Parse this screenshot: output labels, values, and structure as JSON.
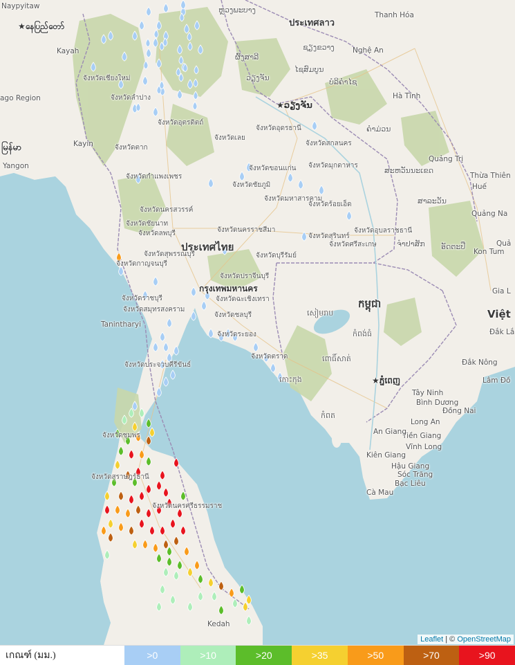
{
  "map": {
    "countries": [
      {
        "key": "laos",
        "label": "ประเทศลาว"
      },
      {
        "key": "thailand",
        "label": "ประเทศไทย"
      },
      {
        "key": "cambodia",
        "label": "កម្ពុជា"
      },
      {
        "key": "vietnam",
        "label": "Việt"
      },
      {
        "key": "myanmar",
        "label": "မြန်မာ"
      }
    ],
    "capitals": [
      {
        "key": "naypyidaw",
        "label": "နေပြည်တော်"
      },
      {
        "key": "vientiane",
        "label": "ວຽງຈັນ"
      },
      {
        "key": "bangkok",
        "label": "กรุงเทพมหานคร"
      },
      {
        "key": "phnom_penh",
        "label": "ភ្នំពេញ"
      }
    ],
    "cities": [
      {
        "key": "naypyitaw",
        "label": "Naypyitaw"
      },
      {
        "key": "kayah",
        "label": "Kayah"
      },
      {
        "key": "kayin",
        "label": "Kayin"
      },
      {
        "key": "yangon",
        "label": "Yangon"
      },
      {
        "key": "thanh_hoa",
        "label": "Thanh Hóa"
      },
      {
        "key": "nghe_an",
        "label": "Nghệ An"
      },
      {
        "key": "ha_tinh",
        "label": "Hà Tĩnh"
      },
      {
        "key": "quang_tri",
        "label": "Quảng Trị"
      },
      {
        "key": "thua_thien_hue",
        "label": "Thừa Thiên"
      },
      {
        "key": "hue",
        "label": "Huế"
      },
      {
        "key": "quang_nam",
        "label": "Quảng Na"
      },
      {
        "key": "kon_tum",
        "label": "Kon Tum"
      },
      {
        "key": "qua",
        "label": "Quả"
      },
      {
        "key": "gia_lai",
        "label": "Gia L"
      },
      {
        "key": "dak_lak",
        "label": "Đắk Lắ"
      },
      {
        "key": "dak_nong",
        "label": "Đắk Nông"
      },
      {
        "key": "lam_dong",
        "label": "Lâm Đồ"
      },
      {
        "key": "tay_ninh",
        "label": "Tây Ninh"
      },
      {
        "key": "binh_duong",
        "label": "Bình Dương"
      },
      {
        "key": "dong_nai",
        "label": "Đồng Nai"
      },
      {
        "key": "long_an",
        "label": "Long An"
      },
      {
        "key": "tien_giang",
        "label": "Tiền Giang"
      },
      {
        "key": "an_giang",
        "label": "An Giang"
      },
      {
        "key": "vinh_long",
        "label": "Vĩnh Long"
      },
      {
        "key": "kien_giang",
        "label": "Kiên Giang"
      },
      {
        "key": "hau_giang",
        "label": "Hậu Giang"
      },
      {
        "key": "soc_trang",
        "label": "Sóc Trăng"
      },
      {
        "key": "bac_lieu",
        "label": "Bạc Liêu"
      },
      {
        "key": "ca_mau",
        "label": "Cà Mau"
      },
      {
        "key": "tanintharyi",
        "label": "Tanintharyi"
      },
      {
        "key": "kedah",
        "label": "Kedah"
      },
      {
        "key": "ago_region",
        "label": "ago Region"
      }
    ],
    "provinces": [
      {
        "key": "p_chiangmai",
        "label": "จังหวัดเชียงใหม่"
      },
      {
        "key": "p_lampang",
        "label": "จังหวัดลำปาง"
      },
      {
        "key": "p_uttaradit",
        "label": "จังหวัดอุตรดิตถ์"
      },
      {
        "key": "p_tak",
        "label": "จังหวัดตาก"
      },
      {
        "key": "p_loei",
        "label": "จังหวัดเลย"
      },
      {
        "key": "p_udon",
        "label": "จังหวัดอุดรธานี"
      },
      {
        "key": "p_sakon",
        "label": "จังหวัดสกลนคร"
      },
      {
        "key": "p_kamphaeng",
        "label": "จังหวัดกำแพงเพชร"
      },
      {
        "key": "p_khonkaen",
        "label": "จังหวัดขอนแก่น"
      },
      {
        "key": "p_mukdahan",
        "label": "จังหวัดมุกดาหาร"
      },
      {
        "key": "p_chaiyaphum",
        "label": "จังหวัดชัยภูมิ"
      },
      {
        "key": "p_nakhonsawan",
        "label": "จังหวัดนครสวรรค์"
      },
      {
        "key": "p_mahasarakham",
        "label": "จังหวัดมหาสารคาม"
      },
      {
        "key": "p_roiet",
        "label": "จังหวัดร้อยเอ็ด"
      },
      {
        "key": "p_chainat",
        "label": "จังหวัดชัยนาท"
      },
      {
        "key": "p_lopburi",
        "label": "จังหวัดลพบุรี"
      },
      {
        "key": "p_nakhonratchasima",
        "label": "จังหวัดนครราชสีมา"
      },
      {
        "key": "p_ubon",
        "label": "จังหวัดอุบลราชธานี"
      },
      {
        "key": "p_surin",
        "label": "จังหวัดสุรินทร์"
      },
      {
        "key": "p_sisaket",
        "label": "จังหวัดศรีสะเกษ"
      },
      {
        "key": "p_suphanburi",
        "label": "จังหวัดสุพรรณบุรี"
      },
      {
        "key": "p_kanchanaburi",
        "label": "จังหวัดกาญจนบุรี"
      },
      {
        "key": "p_buriram",
        "label": "จังหวัดบุรีรัมย์"
      },
      {
        "key": "p_prachinburi",
        "label": "จังหวัดปราจีนบุรี"
      },
      {
        "key": "p_ratchaburi",
        "label": "จังหวัดราชบุรี"
      },
      {
        "key": "p_chachoengsao",
        "label": "จังหวัดฉะเชิงเทรา"
      },
      {
        "key": "p_samutsongkhram",
        "label": "จังหวัดสมุทรสงคราม"
      },
      {
        "key": "p_chonburi",
        "label": "จังหวัดชลบุรี"
      },
      {
        "key": "p_rayong",
        "label": "จังหวัดระยอง"
      },
      {
        "key": "p_trat",
        "label": "จังหวัดตราด"
      },
      {
        "key": "p_prachuap",
        "label": "จังหวัดประจวบคีรีขันธ์"
      },
      {
        "key": "p_chumphon",
        "label": "จังหวัดชุมพร"
      },
      {
        "key": "p_surat",
        "label": "จังหวัดสุราษฎร์ธานี"
      },
      {
        "key": "p_nakhonsi",
        "label": "จังหวัดนครศรีธรรมราช"
      }
    ],
    "laos_provinces": [
      {
        "key": "l_luang",
        "label": "ຫຼວງພະບາງ"
      },
      {
        "key": "l_xieng",
        "label": "ຊຽງຂວາງ"
      },
      {
        "key": "l_vientiane_prov",
        "label": "ວຽງຈັນ"
      },
      {
        "key": "l_bolikhamxai",
        "label": "ບໍລິຄໍາໄຊ"
      },
      {
        "key": "l_khammouan",
        "label": "ຄໍາມ່ວນ"
      },
      {
        "key": "l_savannakhet",
        "label": "ສະຫວັນນະເຂດ"
      },
      {
        "key": "l_saravan",
        "label": "ສາລະວັນ"
      },
      {
        "key": "l_champasak",
        "label": "ຈໍາປາສັກ"
      },
      {
        "key": "l_attapeu",
        "label": "ອັດຕະປື"
      },
      {
        "key": "l_xaisomboun",
        "label": "ໄຊສົມບູນ"
      },
      {
        "key": "l_phongsali",
        "label": "ຜົ້ງສາລີ"
      }
    ],
    "cambodia_provinces": [
      {
        "key": "c_siemreap",
        "label": "សៀមរាប"
      },
      {
        "key": "c_kampong",
        "label": "កំពង់ធំ"
      },
      {
        "key": "c_pursat",
        "label": "ពោធិ៍សាត់"
      },
      {
        "key": "c_kohkong",
        "label": "កោះកុង"
      },
      {
        "key": "c_kampot",
        "label": "កំពត"
      }
    ]
  },
  "attribution": {
    "leaflet": "Leaflet",
    "separator": " | © ",
    "osm": "OpenStreetMap"
  },
  "legend": {
    "title": "เกณฑ์ (มม.)",
    "items": [
      {
        "label": ">0",
        "color": "#a8cef5"
      },
      {
        "label": ">10",
        "color": "#aeeeba"
      },
      {
        "label": ">20",
        "color": "#5cbd2a"
      },
      {
        "label": ">35",
        "color": "#f5d030"
      },
      {
        "label": ">50",
        "color": "#f99b1a"
      },
      {
        "label": ">70",
        "color": "#bd6012"
      },
      {
        "label": ">90",
        "color": "#e8141e"
      }
    ]
  }
}
